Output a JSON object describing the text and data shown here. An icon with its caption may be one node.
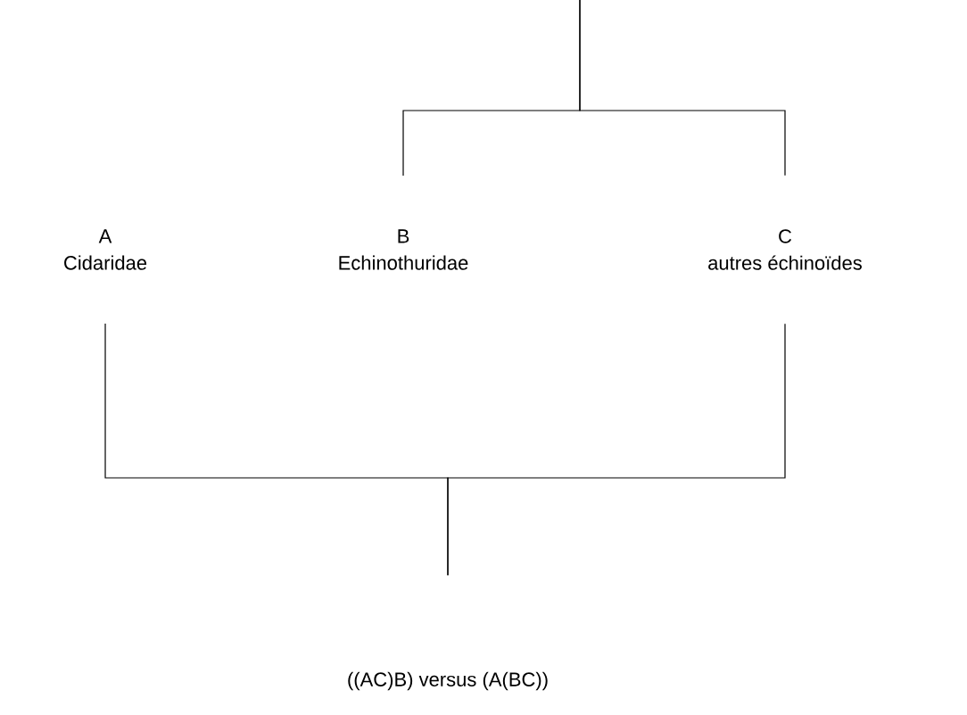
{
  "diagram": {
    "nodes": [
      {
        "text": [
          "A",
          "Cidaridae"
        ]
      },
      {
        "text": [
          "B",
          "Echinothuridae"
        ]
      },
      {
        "text": [
          "C",
          "autres échinoïdes"
        ]
      },
      {
        "text": [
          "((AC)B) versus (A(BC))"
        ]
      }
    ],
    "edges": [
      {
        "from": null,
        "to": 1,
        "arrow": "none"
      },
      {
        "from": null,
        "to": 2,
        "arrow": "none"
      },
      {
        "from": 0,
        "to": 3,
        "arrow": "none"
      },
      {
        "from": 2,
        "to": 3,
        "arrow": "none"
      }
    ]
  }
}
